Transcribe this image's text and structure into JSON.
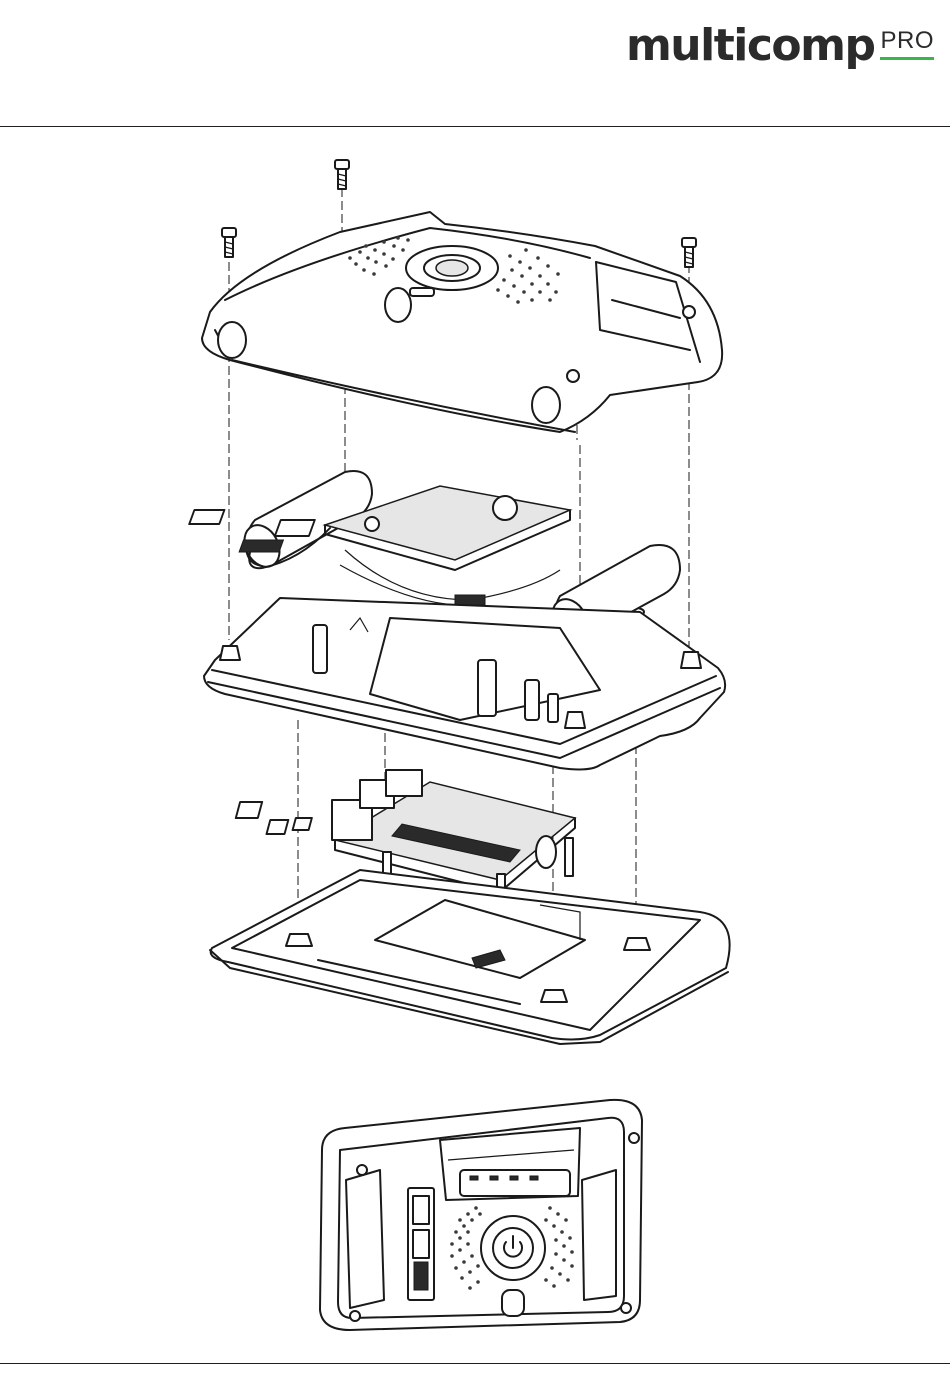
{
  "header": {
    "brand_name": "multicomp",
    "brand_suffix": "PRO",
    "brand_accent": "#3ab54a"
  },
  "figures": [
    {
      "name": "exploded-assembly-view",
      "icon": "exploded-diagram"
    },
    {
      "name": "assembled-rear-view",
      "icon": "enclosure-rear-view"
    }
  ],
  "icons": {
    "power": "power-icon"
  }
}
